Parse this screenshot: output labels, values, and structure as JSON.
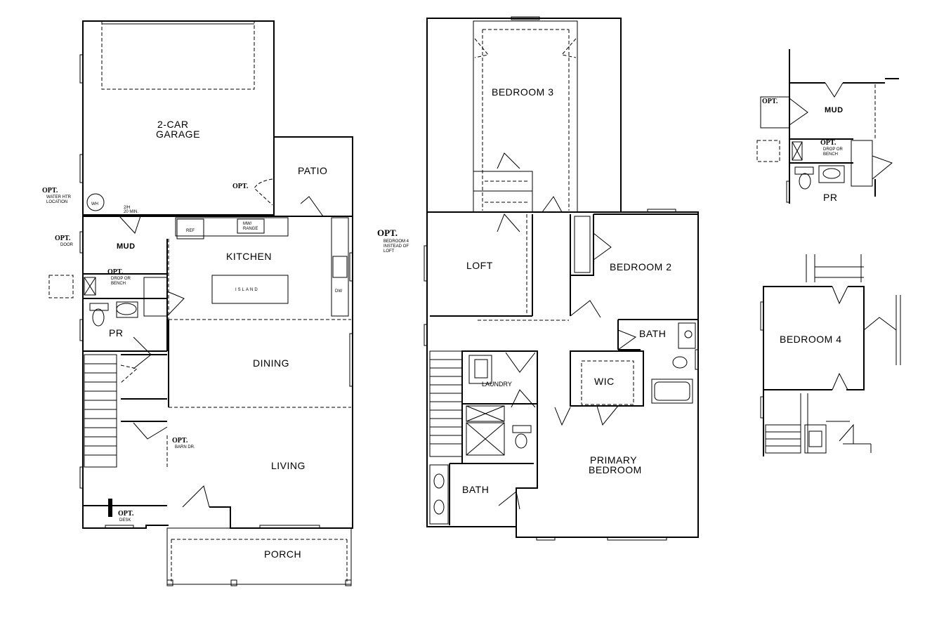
{
  "first_floor": {
    "garage": [
      "2-CAR",
      "GARAGE"
    ],
    "patio": "PATIO",
    "mud": "MUD",
    "kitchen": "KITCHEN",
    "island": "ISLAND",
    "pr": "PR",
    "dining": "DINING",
    "living": "LIVING",
    "porch": "PORCH",
    "ref": "REF",
    "mw_range": [
      "MW/",
      "RANGE"
    ],
    "dw": "DW",
    "wh": "WH",
    "two_hr": [
      "2/H",
      "20 MIN."
    ],
    "opt_water_htr": {
      "opt": "OPT.",
      "lines": [
        "WATER HTR",
        "LOCATION"
      ]
    },
    "opt_door": {
      "opt": "OPT.",
      "lines": [
        "DOOR"
      ]
    },
    "opt_drop": {
      "opt": "OPT.",
      "lines": [
        "DROP OR",
        "BENCH"
      ]
    },
    "opt_garage": "OPT.",
    "opt_barn": {
      "opt": "OPT.",
      "lines": [
        "BARN DR."
      ]
    },
    "opt_desk": {
      "opt": "OPT.",
      "lines": [
        "DESK"
      ]
    }
  },
  "second_floor": {
    "bedroom3": "BEDROOM 3",
    "loft": "LOFT",
    "bedroom2": "BEDROOM 2",
    "bath_upper": "BATH",
    "wic": "WIC",
    "laundry": "LAUNDRY",
    "bath_lower": "BATH",
    "primary": [
      "PRIMARY",
      "BEDROOM"
    ],
    "opt_bedroom4": {
      "opt": "OPT.",
      "lines": [
        "BEDROOM 4",
        "INSTEAD OF",
        "LOFT"
      ]
    }
  },
  "option_details": {
    "mud": "MUD",
    "pr": "PR",
    "opt_left": "OPT.",
    "opt_drop": {
      "opt": "OPT.",
      "lines": [
        "DROP OR",
        "BENCH"
      ]
    },
    "bedroom4": "BEDROOM 4"
  }
}
